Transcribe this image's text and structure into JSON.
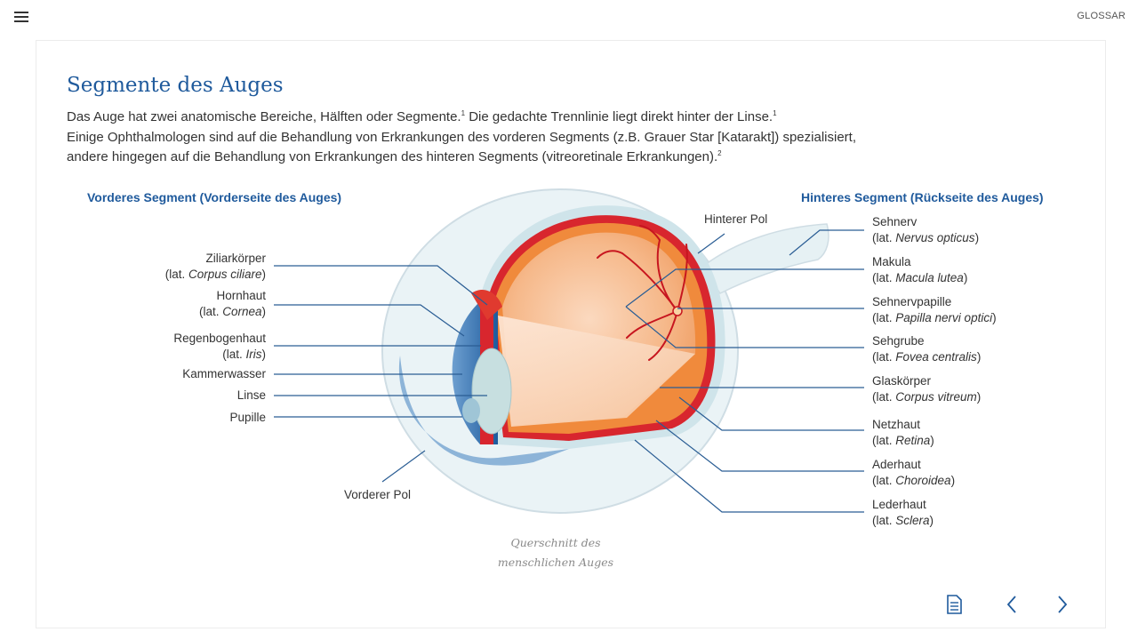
{
  "header": {
    "menu_icon": "hamburger-menu-icon",
    "glossar_label": "GLOSSAR"
  },
  "page": {
    "title": "Segmente des Auges",
    "intro": {
      "line1": "Das Auge hat zwei anatomische Bereiche, Hälften oder Segmente.",
      "line1_ref": "1",
      "line1b": " Die gedachte Trennlinie liegt direkt hinter der Linse.",
      "line1b_ref": "1",
      "line2": "Einige Ophthalmologen sind auf die Behandlung von Erkrankungen des vorderen Segments (z.B. Grauer Star [Katarakt]) spezialisiert,",
      "line3": "andere hingegen auf die Behandlung von Erkrankungen des hinteren Segments (vitreoretinale Erkrankungen).",
      "line3_ref": "2"
    },
    "segment_left": "Vorderes Segment (Vorderseite des Auges)",
    "segment_right": "Hinteres Segment (Rückseite des Auges)",
    "labels_left": [
      {
        "name": "Ziliarkörper",
        "lat_prefix": "(lat. ",
        "lat": "Corpus ciliare",
        "lat_suffix": ")"
      },
      {
        "name": "Hornhaut",
        "lat_prefix": "(lat. ",
        "lat": "Cornea",
        "lat_suffix": ")"
      },
      {
        "name": "Regenbogenhaut",
        "lat_prefix": "(lat. ",
        "lat": "Iris",
        "lat_suffix": ")"
      },
      {
        "name": "Kammerwasser"
      },
      {
        "name": "Linse"
      },
      {
        "name": "Pupille"
      }
    ],
    "labels_right": [
      {
        "name": "Sehnerv",
        "lat_prefix": "(lat. ",
        "lat": "Nervus opticus",
        "lat_suffix": ")"
      },
      {
        "name": "Makula",
        "lat_prefix": "(lat. ",
        "lat": "Macula lutea",
        "lat_suffix": ")"
      },
      {
        "name": "Sehnervpapille",
        "lat_prefix": "(lat. ",
        "lat": "Papilla nervi optici",
        "lat_suffix": ")"
      },
      {
        "name": "Sehgrube",
        "lat_prefix": "(lat. ",
        "lat": "Fovea centralis",
        "lat_suffix": ")"
      },
      {
        "name": "Glaskörper",
        "lat_prefix": "(lat. ",
        "lat": "Corpus vitreum",
        "lat_suffix": ")"
      },
      {
        "name": "Netzhaut",
        "lat_prefix": "(lat. ",
        "lat": "Retina",
        "lat_suffix": ")"
      },
      {
        "name": "Aderhaut",
        "lat_prefix": "(lat. ",
        "lat": "Choroidea",
        "lat_suffix": ")"
      },
      {
        "name": "Lederhaut",
        "lat_prefix": "(lat. ",
        "lat": "Sclera",
        "lat_suffix": ")"
      }
    ],
    "hinterer_pol": "Hinterer Pol",
    "vorderer_pol": "Vorderer Pol",
    "caption_line1": "Querschnitt des",
    "caption_line2": "menschlichen Auges"
  },
  "footer": {
    "notes_icon": "document-icon",
    "prev_icon": "chevron-left-icon",
    "next_icon": "chevron-right-icon"
  },
  "colors": {
    "accent_blue": "#1f5a9c",
    "leader_line": "#2a5d94",
    "retina_orange": "#f08a3c",
    "choroid_red": "#d8262e",
    "sclera_blue": "#cfe4ea"
  }
}
